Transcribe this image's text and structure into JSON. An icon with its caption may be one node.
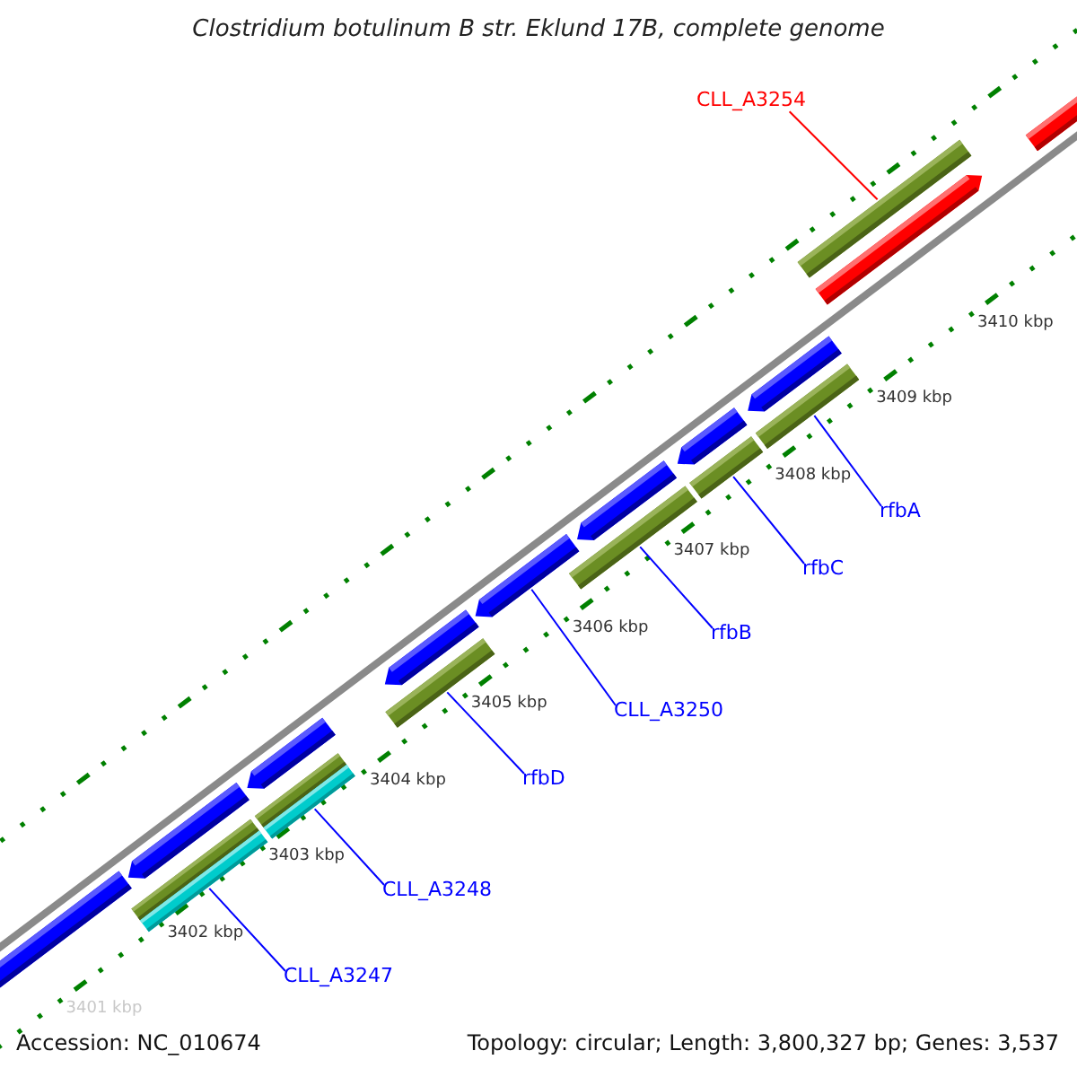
{
  "diagram": {
    "title": "Clostridium botulinum B str. Eklund 17B, complete genome",
    "nodes": [
      {
        "text": [
          "CLL_A3254"
        ]
      },
      {
        "text": [],
        "shape": "bar"
      },
      {
        "text": [
          "rfbA"
        ]
      },
      {
        "text": [],
        "shape": "bar"
      },
      {
        "text": [
          "rfbC"
        ]
      },
      {
        "text": [],
        "shape": "bar"
      },
      {
        "text": [
          "rfbB"
        ]
      },
      {
        "text": [],
        "shape": "bar"
      },
      {
        "text": [
          "CLL_A3250"
        ]
      },
      {
        "text": [],
        "shape": "bar"
      },
      {
        "text": [
          "rfbD"
        ]
      },
      {
        "text": [],
        "shape": "bar"
      },
      {
        "text": [
          "CLL_A3248"
        ]
      },
      {
        "text": [],
        "shape": "bar"
      },
      {
        "text": [
          "CLL_A3247"
        ]
      },
      {
        "text": [],
        "shape": "bar"
      }
    ],
    "edges": [
      {
        "from": 0,
        "to": 1,
        "arrow": "none",
        "color": "#ff0000"
      },
      {
        "from": 2,
        "to": 3,
        "arrow": "none"
      },
      {
        "from": 4,
        "to": 5,
        "arrow": "none"
      },
      {
        "from": 6,
        "to": 7,
        "arrow": "none"
      },
      {
        "from": 8,
        "to": 9,
        "arrow": "none"
      },
      {
        "from": 10,
        "to": 11,
        "arrow": "none"
      },
      {
        "from": 12,
        "to": 13,
        "arrow": "none"
      },
      {
        "from": 14,
        "to": 15,
        "arrow": "none"
      }
    ],
    "labels": [
      "3410 kbp",
      "3409 kbp",
      "3408 kbp",
      "3407 kbp",
      "3406 kbp",
      "3405 kbp",
      "3404 kbp",
      "3403 kbp",
      "3402 kbp",
      "3401 kbp",
      "Accession: NC_010674",
      "Topology: circular; Length: 3,800,327 bp; Genes: 3,537"
    ]
  }
}
